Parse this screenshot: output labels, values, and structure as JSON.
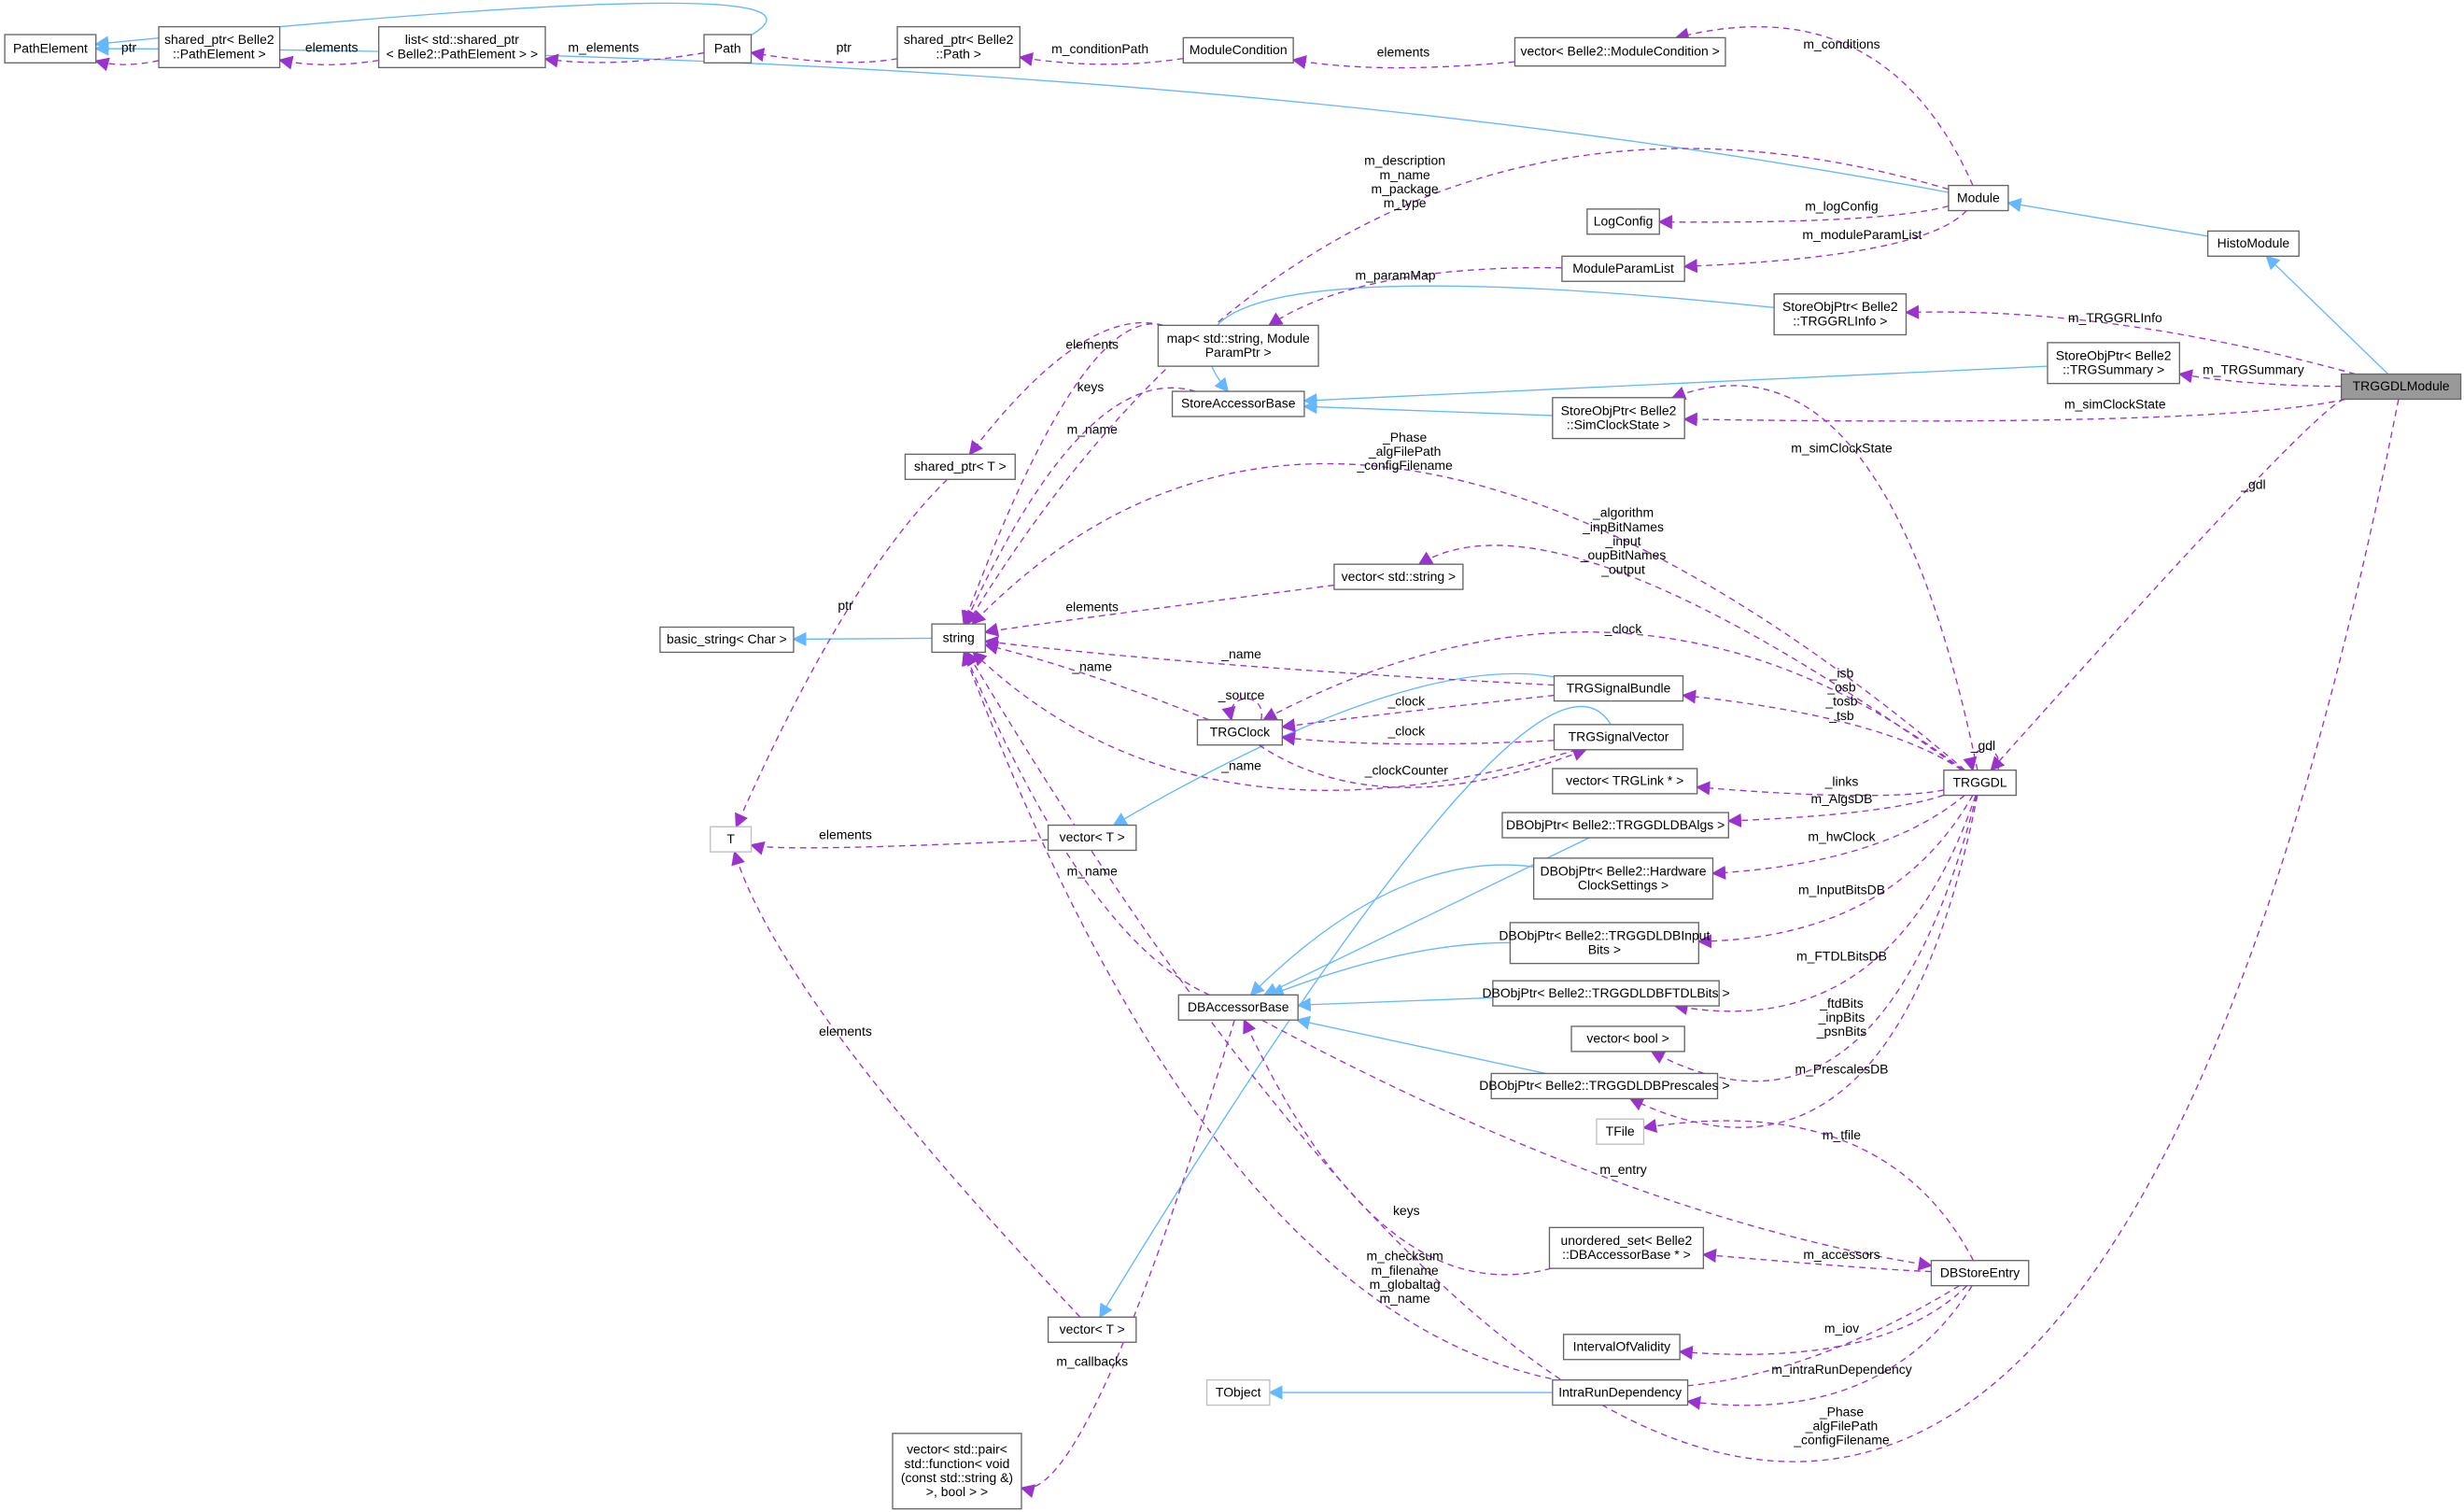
{
  "colors": {
    "inheritance": "#63b8ff",
    "member": "#9a32cd",
    "focus_fill": "#999999",
    "border": "#666666"
  },
  "nodes": [
    {
      "id": "PathElement",
      "lines": [
        "PathElement"
      ]
    },
    {
      "id": "spPathElement",
      "lines": [
        "shared_ptr< Belle2",
        "::PathElement >"
      ]
    },
    {
      "id": "listSp",
      "lines": [
        "list< std::shared_ptr",
        "< Belle2::PathElement > >"
      ]
    },
    {
      "id": "Path",
      "lines": [
        "Path"
      ]
    },
    {
      "id": "spPath",
      "lines": [
        "shared_ptr< Belle2",
        "::Path >"
      ]
    },
    {
      "id": "ModuleCondition",
      "lines": [
        "ModuleCondition"
      ]
    },
    {
      "id": "vecModCond",
      "lines": [
        "vector< Belle2::ModuleCondition >"
      ]
    },
    {
      "id": "Module",
      "lines": [
        "Module"
      ]
    },
    {
      "id": "HistoModule",
      "lines": [
        "HistoModule"
      ]
    },
    {
      "id": "LogConfig",
      "lines": [
        "LogConfig"
      ]
    },
    {
      "id": "ModuleParamList",
      "lines": [
        "ModuleParamList"
      ]
    },
    {
      "id": "TRGGRLInfo",
      "lines": [
        "StoreObjPtr< Belle2",
        "::TRGGRLInfo >"
      ]
    },
    {
      "id": "TRGSummary",
      "lines": [
        "StoreObjPtr< Belle2",
        "::TRGSummary >"
      ]
    },
    {
      "id": "TRGGDLModule",
      "lines": [
        "TRGGDLModule"
      ],
      "style": "focus"
    },
    {
      "id": "mapParam",
      "lines": [
        "map< std::string, Module",
        "ParamPtr >"
      ]
    },
    {
      "id": "StoreAccessorBase",
      "lines": [
        "StoreAccessorBase"
      ]
    },
    {
      "id": "SimClockState",
      "lines": [
        "StoreObjPtr< Belle2",
        "::SimClockState >"
      ]
    },
    {
      "id": "spT",
      "lines": [
        "shared_ptr< T >"
      ]
    },
    {
      "id": "vecString",
      "lines": [
        "vector< std::string >"
      ]
    },
    {
      "id": "basicString",
      "lines": [
        "basic_string< Char >"
      ]
    },
    {
      "id": "string",
      "lines": [
        "string"
      ]
    },
    {
      "id": "TRGSignalBundle",
      "lines": [
        "TRGSignalBundle"
      ]
    },
    {
      "id": "TRGClock",
      "lines": [
        "TRGClock"
      ]
    },
    {
      "id": "TRGSignalVector",
      "lines": [
        "TRGSignalVector"
      ]
    },
    {
      "id": "vecTRGLink",
      "lines": [
        "vector< TRGLink * >"
      ]
    },
    {
      "id": "TRGGDL",
      "lines": [
        "TRGGDL"
      ]
    },
    {
      "id": "T",
      "lines": [
        "T"
      ],
      "style": "gray"
    },
    {
      "id": "vecT1",
      "lines": [
        "vector< T >"
      ]
    },
    {
      "id": "DBAlgs",
      "lines": [
        "DBObjPtr< Belle2::TRGGDLDBAlgs >"
      ]
    },
    {
      "id": "DBHw",
      "lines": [
        "DBObjPtr< Belle2::Hardware",
        "ClockSettings >"
      ]
    },
    {
      "id": "DBInput",
      "lines": [
        "DBObjPtr< Belle2::TRGGDLDBInput",
        "Bits >"
      ]
    },
    {
      "id": "DBFTDL",
      "lines": [
        "DBObjPtr< Belle2::TRGGDLDBFTDLBits >"
      ]
    },
    {
      "id": "DBAccessorBase",
      "lines": [
        "DBAccessorBase"
      ]
    },
    {
      "id": "vecBool",
      "lines": [
        "vector< bool >"
      ]
    },
    {
      "id": "DBPrescales",
      "lines": [
        "DBObjPtr< Belle2::TRGGDLDBPrescales >"
      ]
    },
    {
      "id": "TFile",
      "lines": [
        "TFile"
      ],
      "style": "gray"
    },
    {
      "id": "unorderedSet",
      "lines": [
        "unordered_set< Belle2",
        "::DBAccessorBase * >"
      ]
    },
    {
      "id": "DBStoreEntry",
      "lines": [
        "DBStoreEntry"
      ]
    },
    {
      "id": "vecT2",
      "lines": [
        "vector< T >"
      ]
    },
    {
      "id": "IOV",
      "lines": [
        "IntervalOfValidity"
      ]
    },
    {
      "id": "TObject",
      "lines": [
        "TObject"
      ],
      "style": "gray"
    },
    {
      "id": "IntraRun",
      "lines": [
        "IntraRunDependency"
      ]
    },
    {
      "id": "vecPair",
      "lines": [
        "vector< std::pair<",
        "std::function< void",
        "(const std::string &)",
        ">, bool > >"
      ]
    }
  ],
  "edges": [
    {
      "from": "Module",
      "to": "PathElement",
      "kind": "inherit",
      "label": []
    },
    {
      "from": "Path",
      "to": "PathElement",
      "kind": "inherit",
      "label": []
    },
    {
      "from": "HistoModule",
      "to": "Module",
      "kind": "inherit",
      "label": []
    },
    {
      "from": "TRGGDLModule",
      "to": "HistoModule",
      "kind": "inherit",
      "label": []
    },
    {
      "from": "TRGGRLInfo",
      "to": "StoreAccessorBase",
      "kind": "inherit",
      "label": []
    },
    {
      "from": "TRGSummary",
      "to": "StoreAccessorBase",
      "kind": "inherit",
      "label": []
    },
    {
      "from": "SimClockState",
      "to": "StoreAccessorBase",
      "kind": "inherit",
      "label": []
    },
    {
      "from": "string",
      "to": "basicString",
      "kind": "inherit",
      "label": []
    },
    {
      "from": "TRGSignalBundle",
      "to": "vecT1",
      "kind": "inherit",
      "label": []
    },
    {
      "from": "TRGSignalVector",
      "to": "vecT2",
      "kind": "inherit",
      "label": []
    },
    {
      "from": "DBAlgs",
      "to": "DBAccessorBase",
      "kind": "inherit",
      "label": []
    },
    {
      "from": "DBHw",
      "to": "DBAccessorBase",
      "kind": "inherit",
      "label": []
    },
    {
      "from": "DBInput",
      "to": "DBAccessorBase",
      "kind": "inherit",
      "label": []
    },
    {
      "from": "DBFTDL",
      "to": "DBAccessorBase",
      "kind": "inherit",
      "label": []
    },
    {
      "from": "DBPrescales",
      "to": "DBAccessorBase",
      "kind": "inherit",
      "label": []
    },
    {
      "from": "IntraRun",
      "to": "TObject",
      "kind": "inherit",
      "label": []
    },
    {
      "from": "spPathElement",
      "to": "PathElement",
      "kind": "member",
      "label": [
        "ptr"
      ]
    },
    {
      "from": "listSp",
      "to": "spPathElement",
      "kind": "member",
      "label": [
        "elements"
      ]
    },
    {
      "from": "Path",
      "to": "listSp",
      "kind": "member",
      "label": [
        "m_elements"
      ]
    },
    {
      "from": "spPath",
      "to": "Path",
      "kind": "member",
      "label": [
        "ptr"
      ]
    },
    {
      "from": "ModuleCondition",
      "to": "spPath",
      "kind": "member",
      "label": [
        "m_conditionPath"
      ]
    },
    {
      "from": "vecModCond",
      "to": "ModuleCondition",
      "kind": "member",
      "label": [
        "elements"
      ]
    },
    {
      "from": "Module",
      "to": "vecModCond",
      "kind": "member",
      "label": [
        "m_conditions"
      ]
    },
    {
      "from": "Module",
      "to": "string",
      "kind": "member",
      "label": [
        "m_description",
        "m_name",
        "m_package",
        "m_type"
      ]
    },
    {
      "from": "Module",
      "to": "LogConfig",
      "kind": "member",
      "label": [
        "m_logConfig"
      ]
    },
    {
      "from": "Module",
      "to": "ModuleParamList",
      "kind": "member",
      "label": [
        "m_moduleParamList"
      ]
    },
    {
      "from": "ModuleParamList",
      "to": "mapParam",
      "kind": "member",
      "label": [
        "m_paramMap"
      ]
    },
    {
      "from": "mapParam",
      "to": "spT",
      "kind": "member",
      "label": [
        "elements"
      ]
    },
    {
      "from": "mapParam",
      "to": "string",
      "kind": "member",
      "label": [
        "keys"
      ]
    },
    {
      "from": "StoreAccessorBase",
      "to": "string",
      "kind": "member",
      "label": [
        "m_name"
      ]
    },
    {
      "from": "TRGGDLModule",
      "to": "TRGGRLInfo",
      "kind": "member",
      "label": [
        "m_TRGGRLInfo"
      ]
    },
    {
      "from": "TRGGDLModule",
      "to": "TRGSummary",
      "kind": "member",
      "label": [
        "m_TRGSummary"
      ]
    },
    {
      "from": "TRGGDLModule",
      "to": "SimClockState",
      "kind": "member",
      "label": [
        "m_simClockState"
      ]
    },
    {
      "from": "TRGGDLModule",
      "to": "TRGGDL",
      "kind": "member",
      "label": [
        "_gdl"
      ]
    },
    {
      "from": "TRGGDLModule",
      "to": "string",
      "kind": "member",
      "label": [
        "_Phase",
        "_algFilePath",
        "_configFilename"
      ]
    },
    {
      "from": "TRGGDL",
      "to": "SimClockState",
      "kind": "member",
      "label": [
        "m_simClockState"
      ]
    },
    {
      "from": "TRGGDL",
      "to": "string",
      "kind": "member",
      "label": [
        "_Phase",
        "_algFilePath",
        "_configFilename"
      ]
    },
    {
      "from": "TRGGDL",
      "to": "vecString",
      "kind": "member",
      "label": [
        "_algorithm",
        "_inpBitNames",
        "_input",
        "_oupBitNames",
        "_output"
      ]
    },
    {
      "from": "TRGGDL",
      "to": "TRGClock",
      "kind": "member",
      "label": [
        "_clock"
      ]
    },
    {
      "from": "TRGGDL",
      "to": "TRGSignalBundle",
      "kind": "member",
      "label": [
        "_isb",
        "_osb",
        "_tosb",
        "_tsb"
      ]
    },
    {
      "from": "TRGGDL",
      "to": "TRGGDL",
      "kind": "member",
      "label": [
        "_gdl"
      ]
    },
    {
      "from": "TRGGDL",
      "to": "vecTRGLink",
      "kind": "member",
      "label": [
        "_links"
      ]
    },
    {
      "from": "TRGGDL",
      "to": "DBAlgs",
      "kind": "member",
      "label": [
        "m_AlgsDB"
      ]
    },
    {
      "from": "TRGGDL",
      "to": "DBHw",
      "kind": "member",
      "label": [
        "m_hwClock"
      ]
    },
    {
      "from": "TRGGDL",
      "to": "DBInput",
      "kind": "member",
      "label": [
        "m_InputBitsDB"
      ]
    },
    {
      "from": "TRGGDL",
      "to": "DBFTDL",
      "kind": "member",
      "label": [
        "m_FTDLBitsDB"
      ]
    },
    {
      "from": "TRGGDL",
      "to": "vecBool",
      "kind": "member",
      "label": [
        "_ftdBits",
        "_inpBits",
        "_psnBits"
      ]
    },
    {
      "from": "TRGGDL",
      "to": "DBPrescales",
      "kind": "member",
      "label": [
        "m_PrescalesDB"
      ]
    },
    {
      "from": "spT",
      "to": "T",
      "kind": "member",
      "label": [
        "ptr"
      ]
    },
    {
      "from": "vecString",
      "to": "string",
      "kind": "member",
      "label": [
        "elements"
      ]
    },
    {
      "from": "TRGSignalBundle",
      "to": "string",
      "kind": "member",
      "label": [
        "_name"
      ]
    },
    {
      "from": "TRGSignalBundle",
      "to": "TRGClock",
      "kind": "member",
      "label": [
        "_clock"
      ]
    },
    {
      "from": "TRGSignalVector",
      "to": "TRGClock",
      "kind": "member",
      "label": [
        "_clock"
      ]
    },
    {
      "from": "TRGSignalVector",
      "to": "string",
      "kind": "member",
      "label": [
        "_name"
      ]
    },
    {
      "from": "TRGClock",
      "to": "string",
      "kind": "member",
      "label": [
        "_name"
      ]
    },
    {
      "from": "TRGClock",
      "to": "TRGClock",
      "kind": "member",
      "label": [
        "_source"
      ]
    },
    {
      "from": "TRGClock",
      "to": "TRGSignalVector",
      "kind": "member",
      "label": [
        "_clockCounter"
      ]
    },
    {
      "from": "vecT1",
      "to": "T",
      "kind": "member",
      "label": [
        "elements"
      ]
    },
    {
      "from": "vecT2",
      "to": "T",
      "kind": "member",
      "label": [
        "elements"
      ]
    },
    {
      "from": "DBAccessorBase",
      "to": "string",
      "kind": "member",
      "label": [
        "m_name"
      ]
    },
    {
      "from": "DBAccessorBase",
      "to": "DBStoreEntry",
      "kind": "member",
      "label": [
        "m_entry"
      ]
    },
    {
      "from": "DBAccessorBase",
      "to": "vecPair",
      "kind": "member",
      "label": [
        "m_callbacks"
      ]
    },
    {
      "from": "unorderedSet",
      "to": "DBAccessorBase",
      "kind": "member",
      "label": [
        "keys"
      ]
    },
    {
      "from": "DBStoreEntry",
      "to": "TFile",
      "kind": "member",
      "label": [
        "m_tfile"
      ]
    },
    {
      "from": "DBStoreEntry",
      "to": "unorderedSet",
      "kind": "member",
      "label": [
        "m_accessors"
      ]
    },
    {
      "from": "DBStoreEntry",
      "to": "string",
      "kind": "member",
      "label": [
        "m_checksum",
        "m_filename",
        "m_globaltag",
        "m_name"
      ]
    },
    {
      "from": "DBStoreEntry",
      "to": "IOV",
      "kind": "member",
      "label": [
        "m_iov"
      ]
    },
    {
      "from": "DBStoreEntry",
      "to": "IntraRun",
      "kind": "member",
      "label": [
        "m_intraRunDependency"
      ]
    }
  ]
}
